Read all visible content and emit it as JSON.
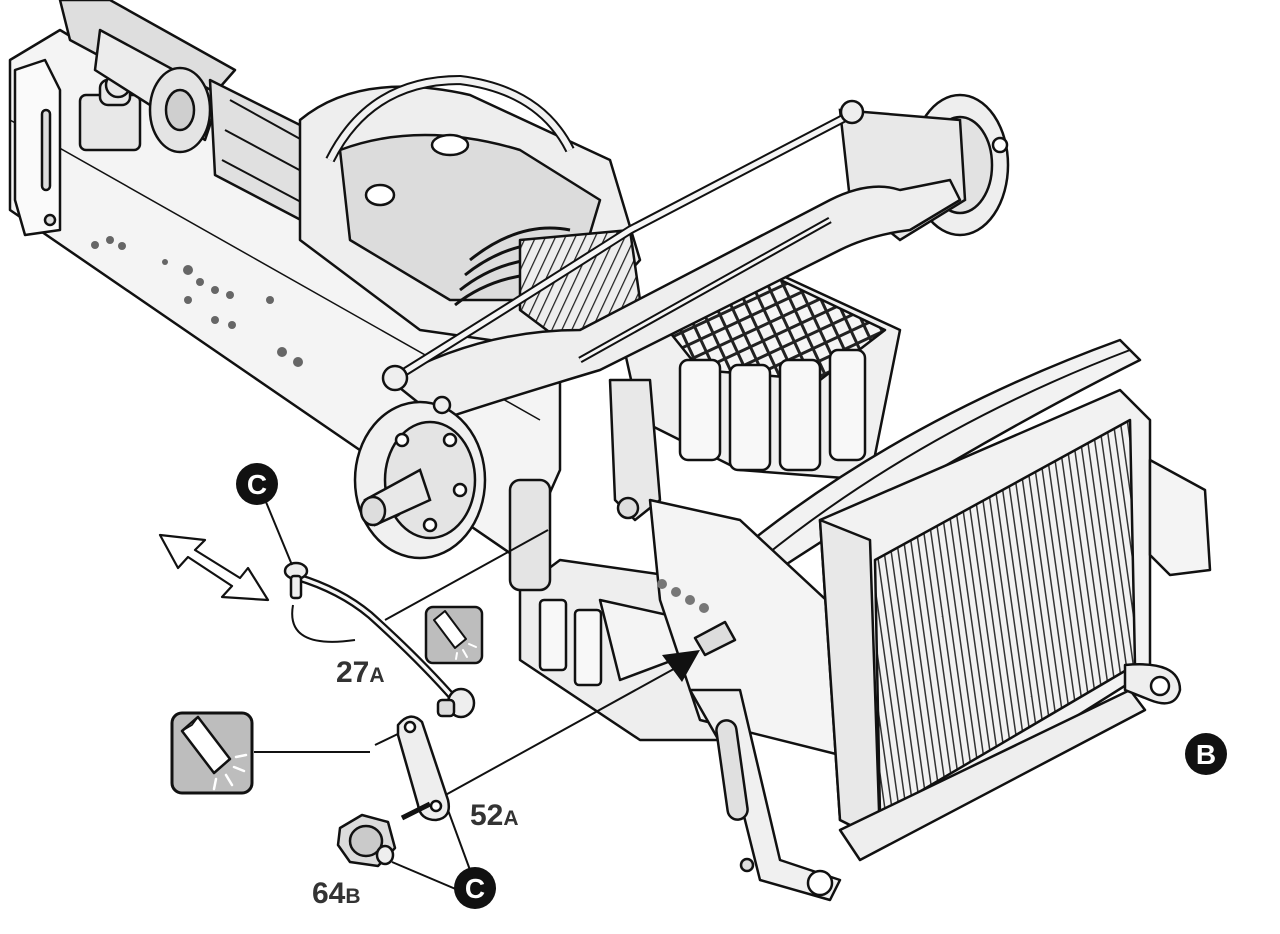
{
  "badges": {
    "c_top": "C",
    "c_bottom": "C",
    "b_side": "B"
  },
  "parts": {
    "p27": {
      "num": "27",
      "suffix": "A"
    },
    "p52": {
      "num": "52",
      "suffix": "A"
    },
    "p64": {
      "num": "64",
      "suffix": "B"
    }
  },
  "colors": {
    "line": "#111111",
    "metal_light": "#e6e6e6",
    "metal_mid": "#cfcfcf",
    "icon_fill": "#bdbdbd",
    "label": "#333333"
  },
  "icons": {
    "lubricate_large": "grease-point-icon",
    "lubricate_small": "grease-point-icon",
    "direction_arrow": "double-arrow-icon"
  }
}
